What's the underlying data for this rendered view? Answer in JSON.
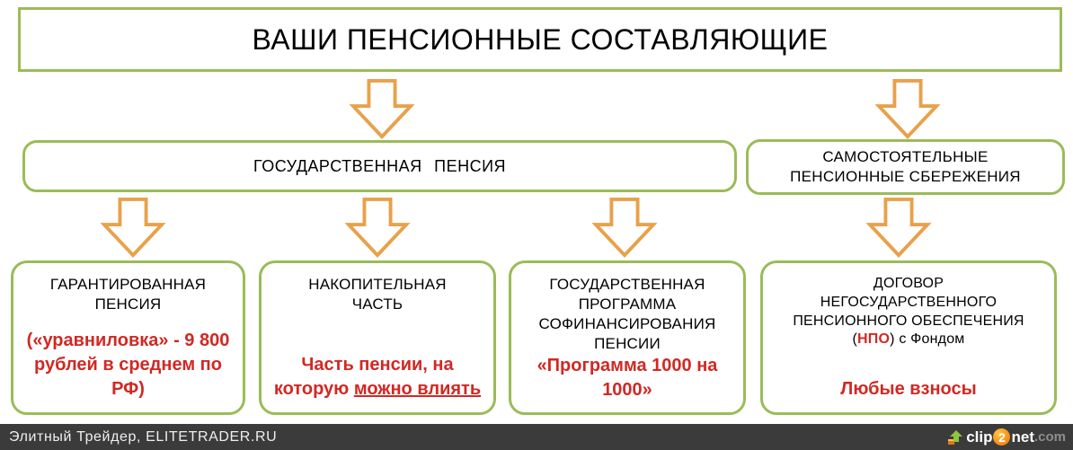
{
  "palette": {
    "box_border_green": "#9BBB59",
    "arrow_orange": "#E8A14B",
    "accent_red": "#D22823",
    "footer_bg": "#3B3B3B",
    "logo_orange": "#F7941D",
    "logo_green": "#8DC63F"
  },
  "header": {
    "title": "ВАШИ ПЕНСИОННЫЕ СОСТАВЛЯЮЩИЕ"
  },
  "branches": {
    "state": {
      "label": "ГОСУДАРСТВЕННАЯ ПЕНСИЯ"
    },
    "self": {
      "lines": [
        "САМОСТОЯТЕЛЬНЫЕ",
        "ПЕНСИОННЫЕ СБЕРЕЖЕНИЯ"
      ]
    }
  },
  "cards": {
    "guaranteed": {
      "title_lines": [
        "ГАРАНТИРОВАННАЯ",
        "ПЕНСИЯ"
      ],
      "note": "(«уравниловка» - 9 800 рублей в среднем по РФ)"
    },
    "funded": {
      "title_lines": [
        "НАКОПИТЕЛЬНАЯ",
        "ЧАСТЬ"
      ],
      "note_pre": "Часть пенсии, на которую ",
      "note_underlined": "можно влиять"
    },
    "cofinancing": {
      "title_lines": [
        "ГОСУДАРСТВЕННАЯ",
        "ПРОГРАММА",
        "СОФИНАНСИРОВАНИЯ",
        "ПЕНСИИ"
      ],
      "note": "«Программа 1000 на 1000»"
    },
    "npo": {
      "title_lines": [
        "ДОГОВОР",
        "НЕГОСУДАРСТВЕННОГО",
        "ПЕНСИОННОГО ОБЕСПЕЧЕНИЯ"
      ],
      "sub_open": "(",
      "sub_abbr": "НПО",
      "sub_close": ") с Фондом",
      "note": "Любые взносы"
    }
  },
  "footer": {
    "credit": "Элитный Трейдер, ELITETRADER.RU",
    "logo": {
      "clip": "clip",
      "two": "2",
      "net": "net",
      "com": ".com"
    }
  }
}
